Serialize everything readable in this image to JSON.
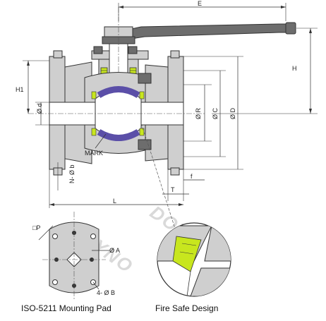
{
  "labels": {
    "E": "E",
    "H": "H",
    "H1": "H1",
    "d": "Ø d",
    "R": "Ø R",
    "C": "Ø C",
    "D": "Ø D",
    "mark": "MARK",
    "N": "N- Ø b",
    "T": "T",
    "f": "f",
    "L": "L",
    "P": "□P",
    "A": "Ø A",
    "B": "4- Ø B"
  },
  "captions": {
    "mounting_pad": "ISO-5211 Mounting Pad",
    "fire_safe": "Fire Safe Design"
  },
  "watermark": "DOYNO",
  "colors": {
    "body_gray": "#cfcfcf",
    "dark_gray": "#6d6d6d",
    "ball_purple": "#5b4fa8",
    "seal_green": "#c8e61e"
  }
}
